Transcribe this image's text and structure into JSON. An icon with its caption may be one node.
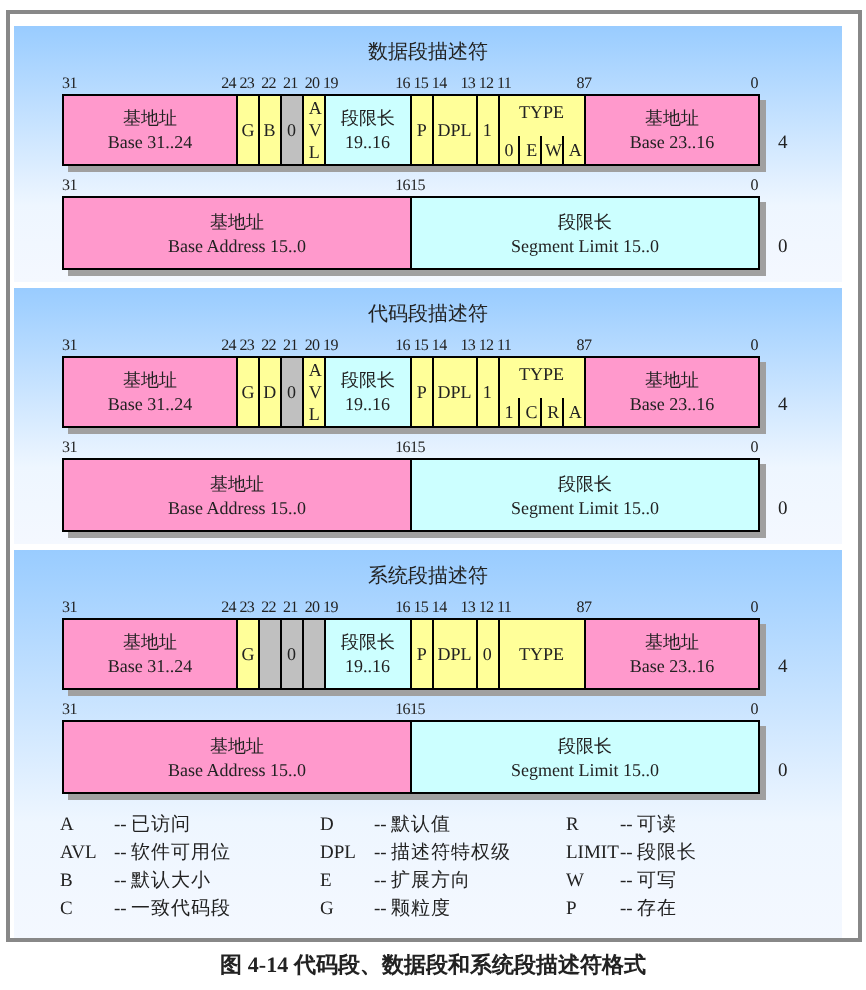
{
  "diagram": {
    "caption": "图 4-14 代码段、数据段和系统段描述符格式",
    "nodes": [
      {
        "text": [
          "数据段描述符"
        ]
      },
      {
        "text": [
          "基地址",
          "Base 31..24"
        ],
        "in": 0
      },
      {
        "text": [
          "G"
        ],
        "in": 0
      },
      {
        "text": [
          "B"
        ],
        "in": 0
      },
      {
        "text": [
          "0"
        ],
        "in": 0
      },
      {
        "text": [
          "AVL"
        ],
        "in": 0
      },
      {
        "text": [
          "段限长",
          "19..16"
        ],
        "in": 0
      },
      {
        "text": [
          "P"
        ],
        "in": 0
      },
      {
        "text": [
          "DPL"
        ],
        "in": 0
      },
      {
        "text": [
          "1"
        ],
        "in": 0
      },
      {
        "text": [
          "TYPE"
        ],
        "in": 0
      },
      {
        "text": [
          "0"
        ],
        "in": 10
      },
      {
        "text": [
          "E"
        ],
        "in": 10
      },
      {
        "text": [
          "W"
        ],
        "in": 10
      },
      {
        "text": [
          "A"
        ],
        "in": 10
      },
      {
        "text": [
          "基地址",
          "Base 23..16"
        ],
        "in": 0
      },
      {
        "text": [
          "基地址",
          "Base Address 15..0"
        ],
        "in": 0
      },
      {
        "text": [
          "段限长",
          "Segment Limit 15..0"
        ],
        "in": 0
      },
      {
        "text": [
          "代码段描述符"
        ]
      },
      {
        "text": [
          "基地址",
          "Base 31..24"
        ],
        "in": 18
      },
      {
        "text": [
          "G"
        ],
        "in": 18
      },
      {
        "text": [
          "D"
        ],
        "in": 18
      },
      {
        "text": [
          "0"
        ],
        "in": 18
      },
      {
        "text": [
          "AVL"
        ],
        "in": 18
      },
      {
        "text": [
          "段限长",
          "19..16"
        ],
        "in": 18
      },
      {
        "text": [
          "P"
        ],
        "in": 18
      },
      {
        "text": [
          "DPL"
        ],
        "in": 18
      },
      {
        "text": [
          "1"
        ],
        "in": 18
      },
      {
        "text": [
          "TYPE"
        ],
        "in": 18
      },
      {
        "text": [
          "1"
        ],
        "in": 28
      },
      {
        "text": [
          "C"
        ],
        "in": 28
      },
      {
        "text": [
          "R"
        ],
        "in": 28
      },
      {
        "text": [
          "A"
        ],
        "in": 28
      },
      {
        "text": [
          "基地址",
          "Base 23..16"
        ],
        "in": 18
      },
      {
        "text": [
          "基地址",
          "Base Address 15..0"
        ],
        "in": 18
      },
      {
        "text": [
          "段限长",
          "Segment Limit 15..0"
        ],
        "in": 18
      },
      {
        "text": [
          "系统段描述符"
        ]
      },
      {
        "text": [
          "基地址",
          "Base 31..24"
        ],
        "in": 36
      },
      {
        "text": [
          "G"
        ],
        "in": 36
      },
      {
        "text": [],
        "shape": "box",
        "in": 36
      },
      {
        "text": [
          "0"
        ],
        "in": 36
      },
      {
        "text": [],
        "shape": "box",
        "in": 36
      },
      {
        "text": [
          "段限长",
          "19..16"
        ],
        "in": 36
      },
      {
        "text": [
          "P"
        ],
        "in": 36
      },
      {
        "text": [
          "DPL"
        ],
        "in": 36
      },
      {
        "text": [
          "0"
        ],
        "in": 36
      },
      {
        "text": [
          "TYPE"
        ],
        "in": 36
      },
      {
        "text": [
          "基地址",
          "Base 23..16"
        ],
        "in": 36
      },
      {
        "text": [
          "基地址",
          "Base Address 15..0"
        ],
        "in": 36
      },
      {
        "text": [
          "段限长",
          "Segment Limit 15..0"
        ],
        "in": 36
      }
    ],
    "labels": [
      "31",
      "24",
      "23",
      "22",
      "21",
      "20",
      "19",
      "16",
      "15",
      "14",
      "13",
      "12",
      "11",
      "8",
      "7",
      "0",
      "4",
      "31",
      "16",
      "15",
      "0",
      "0",
      "31",
      "24",
      "23",
      "22",
      "21",
      "20",
      "19",
      "16",
      "15",
      "14",
      "13",
      "12",
      "11",
      "8",
      "7",
      "0",
      "4",
      "31",
      "16",
      "15",
      "0",
      "0",
      "31",
      "24",
      "23",
      "22",
      "21",
      "20",
      "19",
      "16",
      "15",
      "14",
      "13",
      "12",
      "11",
      "8",
      "7",
      "0",
      "4",
      "31",
      "16",
      "15",
      "0",
      "0",
      "A",
      "-- 已访问",
      "D",
      "-- 默认值",
      "R",
      "-- 可读",
      "AVL",
      "-- 软件可用位",
      "DPL",
      "-- 描述符特权级",
      "LIMIT",
      "-- 段限长",
      "B",
      "-- 默认大小",
      "E",
      "-- 扩展方向",
      "W",
      "-- 可写",
      "C",
      "-- 一致代码段",
      "G",
      "-- 颗粒度",
      "P",
      "-- 存在"
    ]
  }
}
